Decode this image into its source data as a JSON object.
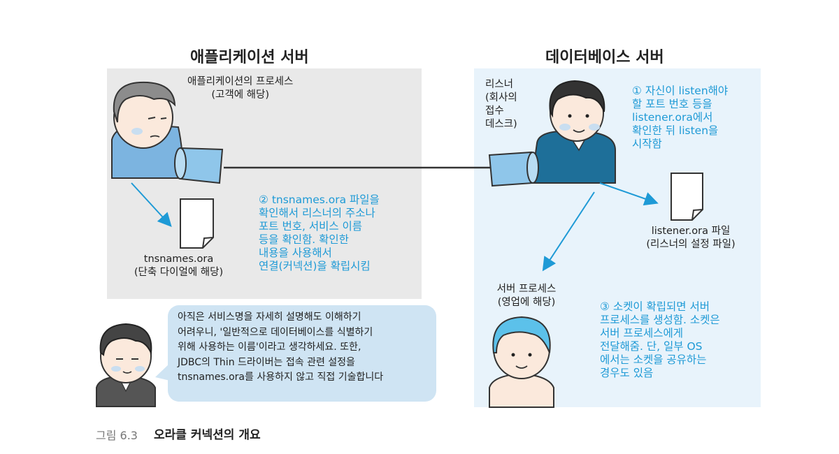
{
  "titles": {
    "app_server": "애플리케이션 서버",
    "db_server": "데이터베이스 서버"
  },
  "labels": {
    "app_process": [
      "애플리케이션의 프로세스",
      "(고객에 해당)"
    ],
    "tnsnames_file": [
      "tnsnames.ora",
      "(단축 다이얼에 해당)"
    ],
    "listener": [
      "리스너",
      "(회사의",
      "접수",
      "데스크)"
    ],
    "listener_file": [
      "listener.ora 파일",
      "(리스너의 설정 파일)"
    ],
    "server_process": [
      "서버 프로세스",
      "(영업에 해당)"
    ]
  },
  "notes": {
    "step1": [
      "① 자신이 listen해야",
      "할 포트 번호 등을",
      "listener.ora에서",
      "확인한 뒤 listen을",
      "시작함"
    ],
    "step2": [
      "② tnsnames.ora 파일을",
      "확인해서 리스너의 주소나",
      "포트 번호, 서비스 이름",
      "등을 확인함. 확인한",
      "내용을 사용해서",
      "연결(커넥션)을 확립시킴"
    ],
    "step3": [
      "③ 소켓이 확립되면 서버",
      "프로세스를 생성함. 소켓은",
      "서버 프로세스에게",
      "전달해줌. 단, 일부 OS",
      "에서는 소켓을 공유하는",
      "경우도 있음"
    ]
  },
  "bubble": [
    "아직은 서비스명을 자세히 설명해도 이해하기",
    "어려우니, '일반적으로 데이터베이스를 식별하기",
    "위해 사용하는 이름'이라고 생각하세요. 또한,",
    "JDBC의 Thin 드라이버는 접속 관련 설정을",
    "tnsnames.ora를 사용하지 않고 직접 기술합니다"
  ],
  "caption": {
    "figure": "그림 6.3",
    "title": "오라클 커넥션의 개요"
  },
  "colors": {
    "accent_blue": "#1e9ad6",
    "left_panel": "#e9e9e9",
    "right_panel": "#e8f3fb",
    "bubble": "#cfe4f3"
  }
}
